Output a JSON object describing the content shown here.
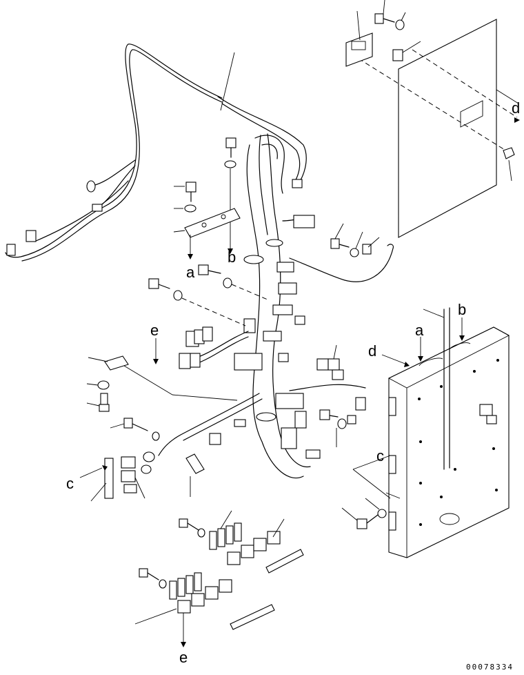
{
  "callouts": {
    "a": "a",
    "b": "b",
    "c": "c",
    "d": "d",
    "e": "e"
  },
  "drawing_number": "00078334"
}
